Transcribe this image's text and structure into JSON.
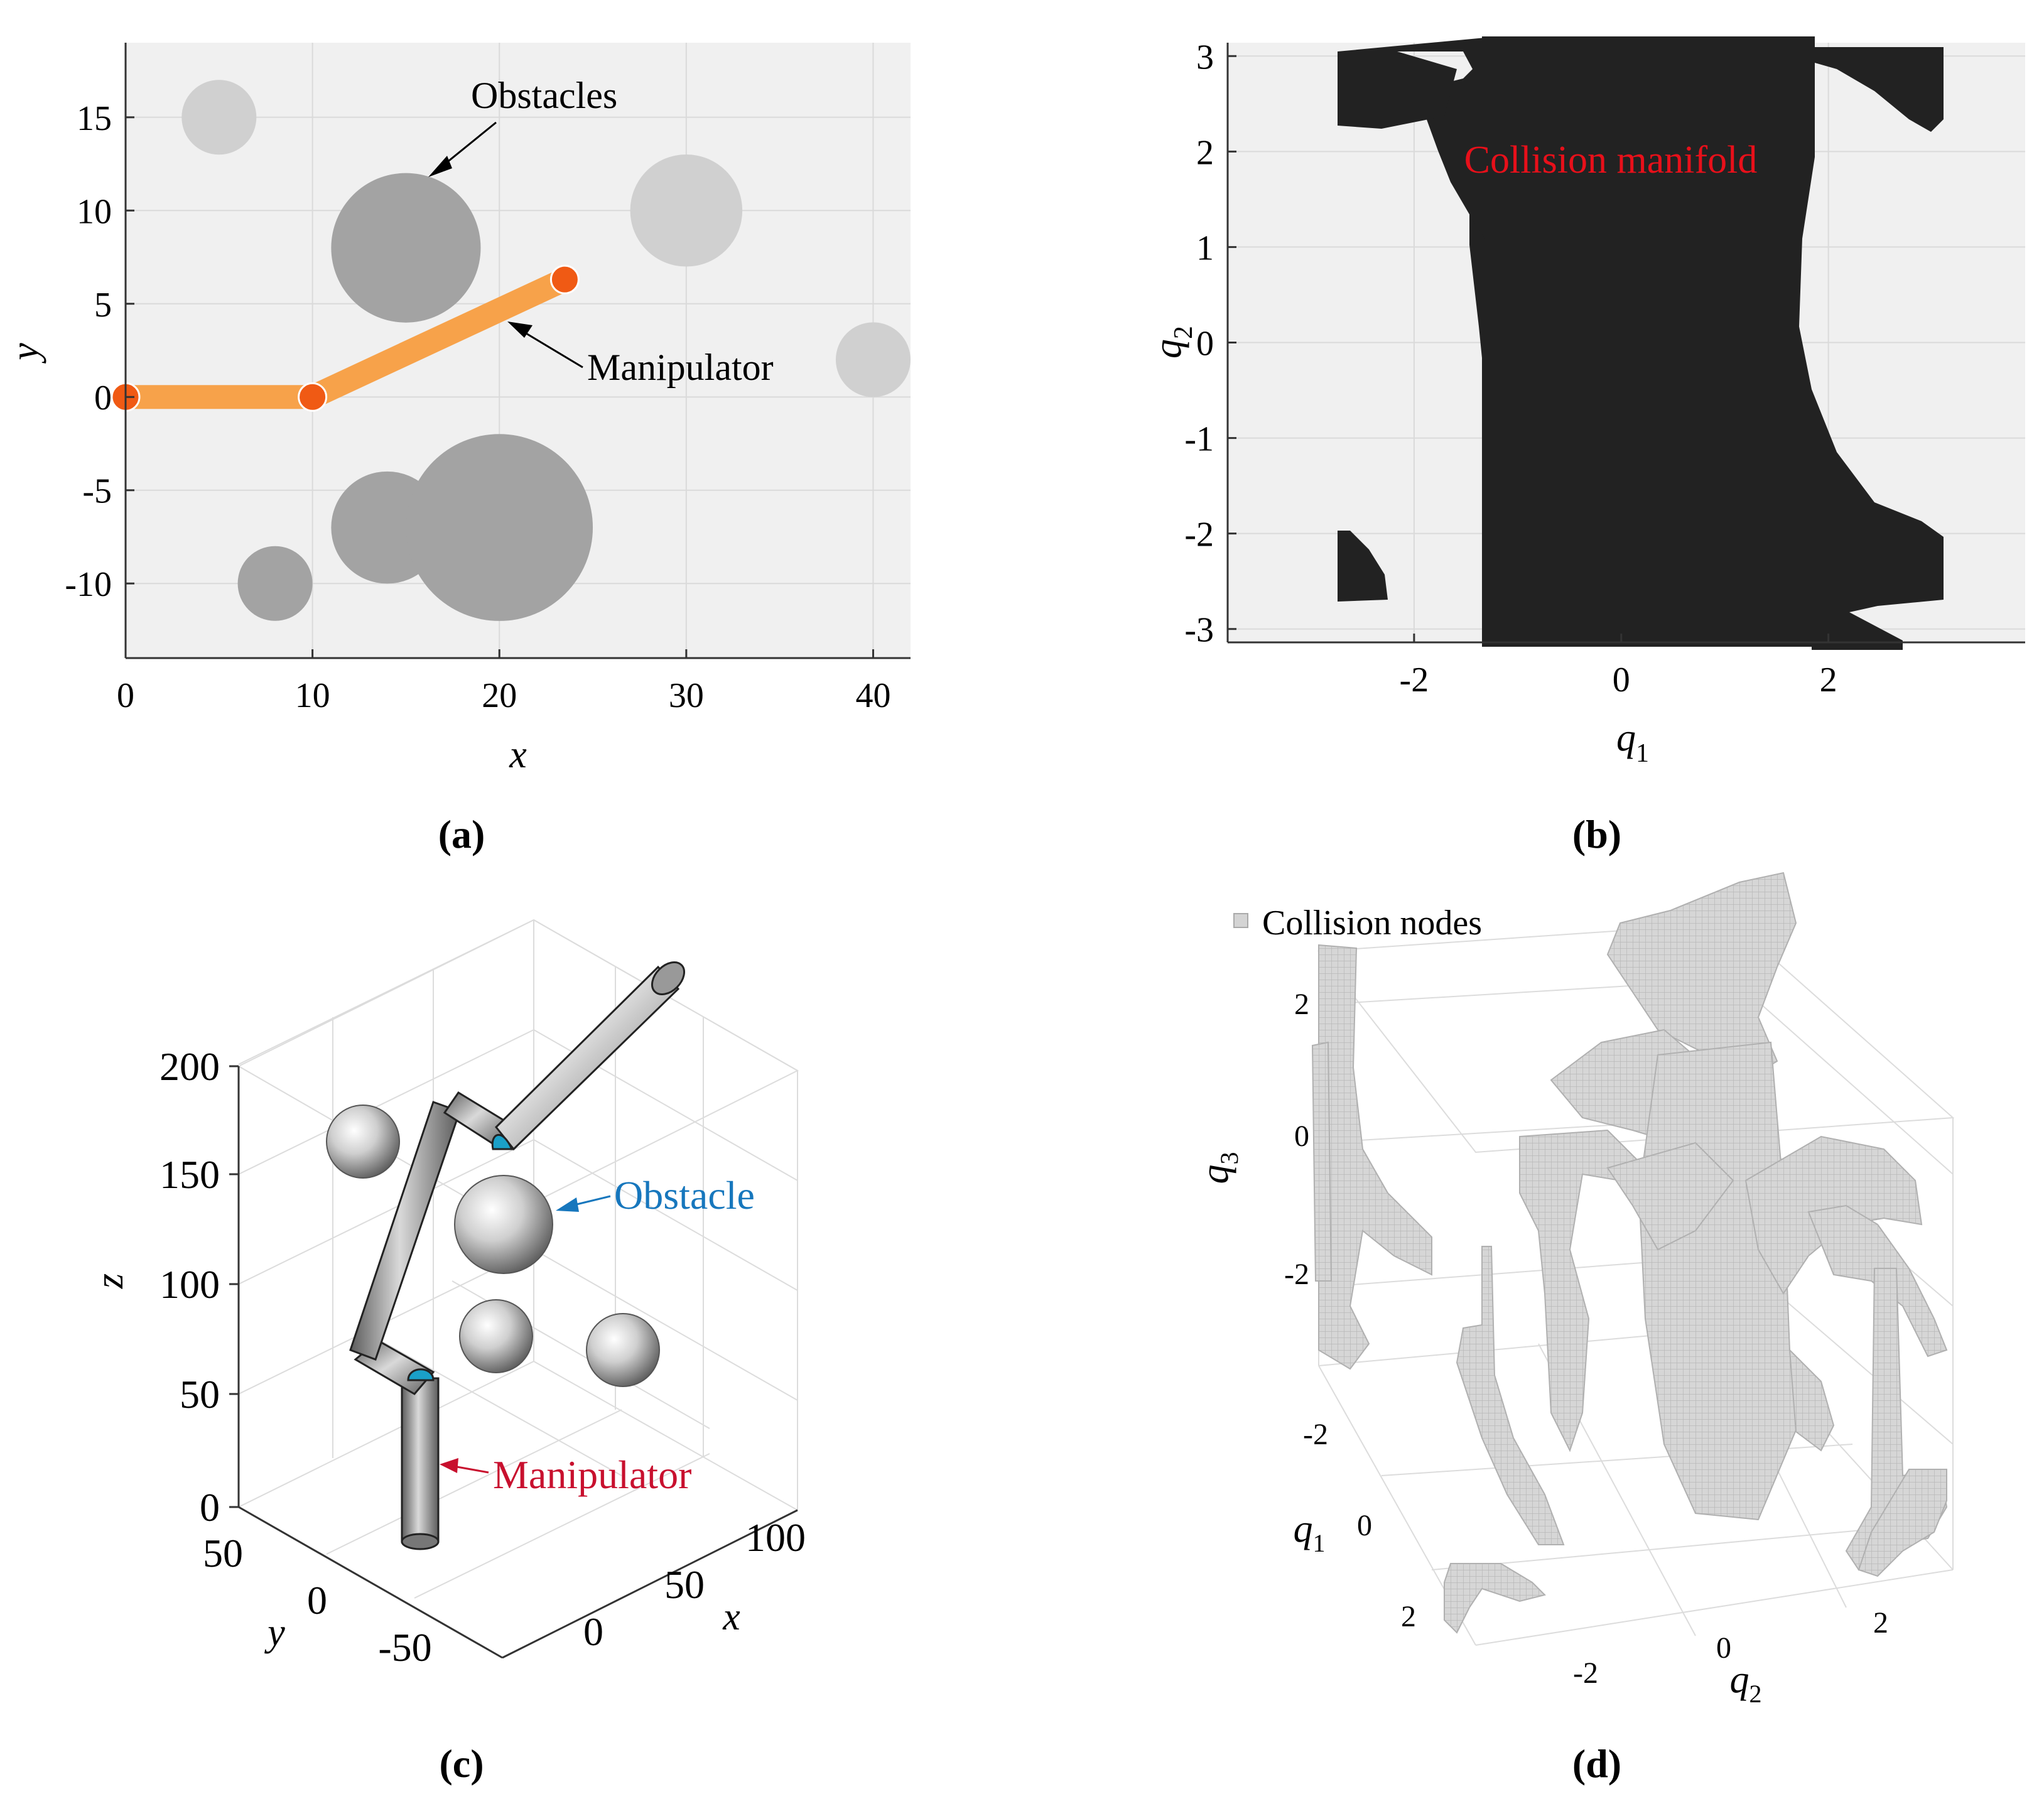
{
  "chart_data": [
    {
      "panel": "a",
      "type": "scatter",
      "caption": "(a)",
      "xlabel": "x",
      "ylabel": "y",
      "xlim": [
        0,
        42
      ],
      "ylim": [
        -14,
        19
      ],
      "xticks": [
        0,
        10,
        20,
        30,
        40
      ],
      "yticks": [
        15,
        10,
        5,
        0,
        -5,
        -10
      ],
      "grid": true,
      "background": "#f0f0f0",
      "obstacles_dark": [
        {
          "x": 15,
          "y": 8,
          "r": 4
        },
        {
          "x": 14,
          "y": -7,
          "r": 3
        },
        {
          "x": 20,
          "y": -7,
          "r": 5
        },
        {
          "x": 8,
          "y": -10,
          "r": 2
        }
      ],
      "obstacles_light": [
        {
          "x": 5,
          "y": 15,
          "r": 2
        },
        {
          "x": 30,
          "y": 10,
          "r": 3
        },
        {
          "x": 40,
          "y": 2,
          "r": 2
        }
      ],
      "manipulator_joints": [
        {
          "x": 0,
          "y": 0
        },
        {
          "x": 10,
          "y": 0
        },
        {
          "x": 23.5,
          "y": 6.3
        }
      ],
      "annotations": {
        "obstacles": "Obstacles",
        "manipulator": "Manipulator"
      },
      "colors": {
        "link": "#f7a24a",
        "joint": "#f05a14",
        "dark": "#a3a3a3",
        "light": "#d0d0d0"
      }
    },
    {
      "panel": "b",
      "type": "area",
      "caption": "(b)",
      "xlabel": "q",
      "xlabel_sub": "1",
      "ylabel": "q",
      "ylabel_sub": "2",
      "xlim": [
        -3.8,
        3.9
      ],
      "ylim": [
        -3.14,
        3.14
      ],
      "xticks": [
        "-2",
        "0",
        "2"
      ],
      "xtick_values": [
        -2,
        0,
        2
      ],
      "yticks": [
        "3",
        "2",
        "1",
        "0",
        "-1",
        "-2",
        "-3"
      ],
      "ytick_values": [
        3,
        2,
        1,
        0,
        -1,
        -2,
        -3
      ],
      "region_label": "Collision manifold",
      "colors": {
        "region": "#222222",
        "label": "#e8101a",
        "bg": "#f0f0f0"
      }
    },
    {
      "panel": "c",
      "type": "other",
      "caption": "(c)",
      "xlabel": "x",
      "ylabel": "y",
      "zlabel": "z",
      "zticks": [
        "200",
        "150",
        "100",
        "50",
        "0"
      ],
      "xticks": [
        "0",
        "50",
        "100"
      ],
      "yticks": [
        "50",
        "0",
        "-50"
      ],
      "annotations": {
        "obstacle": "Obstacle",
        "manipulator": "Manipulator"
      },
      "colors": {
        "obstacle_label": "#1777bd",
        "manipulator_label": "#c8102e",
        "joint": "#1aa0c8"
      }
    },
    {
      "panel": "d",
      "type": "scatter",
      "caption": "(d)",
      "legend": "Collision nodes",
      "xlabel": "q",
      "xlabel_sub": "1",
      "ylabel": "q",
      "ylabel_sub": "2",
      "zlabel": "q",
      "zlabel_sub": "3",
      "q3ticks": [
        "2",
        "0",
        "-2"
      ],
      "q1ticks": [
        "-2",
        "0",
        "2"
      ],
      "q2ticks": [
        "-2",
        "0",
        "2"
      ],
      "colors": {
        "nodes": "#d4d4d4"
      }
    }
  ]
}
